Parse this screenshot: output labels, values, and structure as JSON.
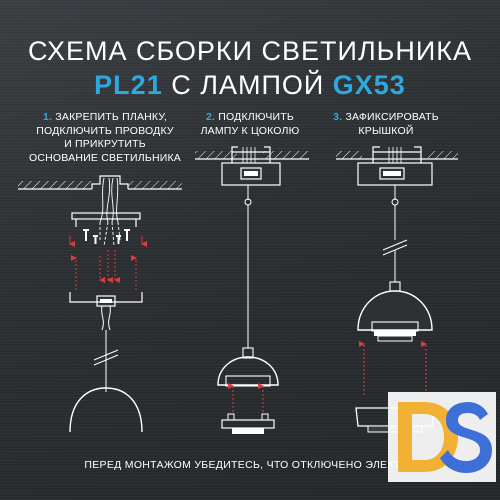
{
  "title": {
    "line1": "СХЕМА СБОРКИ СВЕТИЛЬНИКА",
    "line2_part1": "PL21",
    "line2_part2": " С ЛАМПОЙ ",
    "line2_part3": "GX53"
  },
  "steps": [
    {
      "number": "1.",
      "lines": [
        " ЗАКРЕПИТЬ ПЛАНКУ,",
        "ПОДКЛЮЧИТЬ ПРОВОДКУ",
        "И ПРИКРУТИТЬ",
        "ОСНОВАНИЕ СВЕТИЛЬНИКА"
      ]
    },
    {
      "number": "2.",
      "lines": [
        " ПОДКЛЮЧИТЬ",
        "ЛАМПУ К ЦОКОЛЮ"
      ]
    },
    {
      "number": "3.",
      "lines": [
        " ЗАФИКСИРОВАТЬ",
        "КРЫШКОЙ"
      ]
    }
  ],
  "footer": "ПЕРЕД МОНТАЖОМ УБЕДИТЕСЬ, ЧТО ОТКЛЮЧЕНО ЭЛЕКТРИ",
  "logo": {
    "letters": "DS",
    "colors": {
      "d": "#f2b134",
      "s": "#3d6fd6"
    }
  },
  "colors": {
    "accent": "#2ea9e0",
    "arrow": "#e23a3a",
    "line": "#ffffff"
  }
}
